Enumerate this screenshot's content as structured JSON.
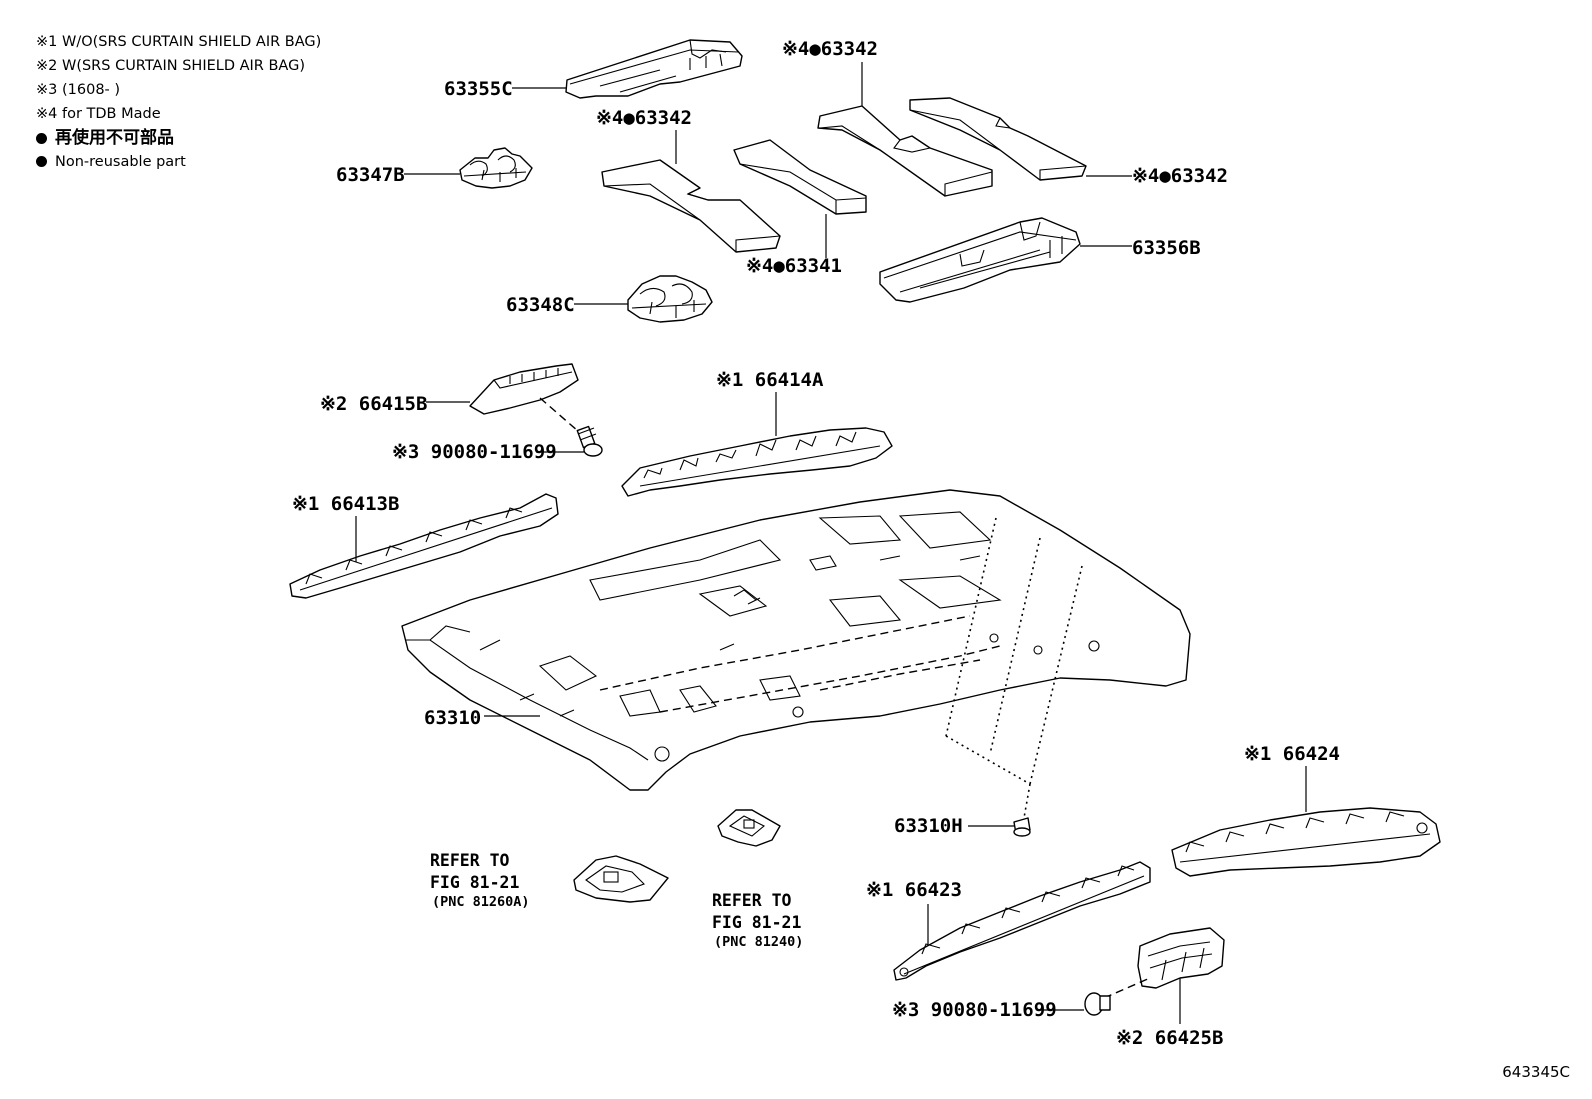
{
  "legend": {
    "note1": "※1 W/O(SRS CURTAIN SHIELD AIR BAG)",
    "note2": "※2 W(SRS CURTAIN SHIELD AIR BAG)",
    "note3": "※3 (1608-        )",
    "note4": "※4 for TDB Made",
    "non_reusable_jp": "再使用不可部品",
    "non_reusable_en": "Non-reusable part"
  },
  "figure_id": "643345C",
  "labels": {
    "p63355C": "63355C",
    "p63347B": "63347B",
    "p63342_top": "※4●63342",
    "p63342_left": "※4●63342",
    "p63342_right": "※4●63342",
    "p63341": "※4●63341",
    "p63356B": "63356B",
    "p63348C": "63348C",
    "p66415B": "※2 66415B",
    "p90080_upper": "※3 90080-11699",
    "p66414A": "※1 66414A",
    "p66413B": "※1 66413B",
    "p63310": "63310",
    "p63310H": "63310H",
    "p66424": "※1 66424",
    "p66423": "※1 66423",
    "p90080_lower": "※3 90080-11699",
    "p66425B": "※2 66425B"
  },
  "refs": {
    "refA_l1": "REFER TO",
    "refA_l2": "FIG 81-21",
    "refA_l3": "(PNC 81260A)",
    "refB_l1": "REFER TO",
    "refB_l2": "FIG 81-21",
    "refB_l3": "(PNC 81240)"
  }
}
